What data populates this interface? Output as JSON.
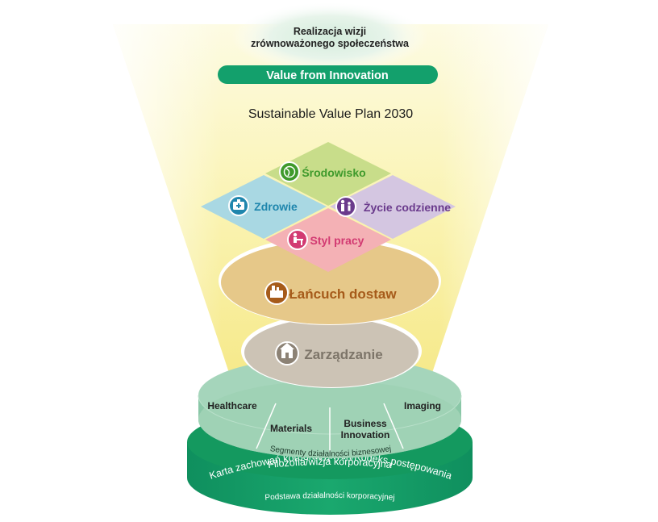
{
  "top_text": {
    "line1": "Realizacja wizji",
    "line2": "zrównoważonego społeczeństwa"
  },
  "value_pill": {
    "label": "Value from Innovation",
    "color": "#13a06c"
  },
  "plan_title": "Sustainable Value Plan 2030",
  "themes": [
    {
      "label": "Środowisko",
      "icon": "globe-icon",
      "fill": "#c8dd8a",
      "text_color": "#3f9a2c"
    },
    {
      "label": "Zdrowie",
      "icon": "medical-kit-icon",
      "fill": "#a9d8e3",
      "text_color": "#1f86ad"
    },
    {
      "label": "Życie codzienne",
      "icon": "family-icon",
      "fill": "#d4c6e1",
      "text_color": "#6a3a8c"
    },
    {
      "label": "Styl pracy",
      "icon": "desk-worker-icon",
      "fill": "#f4b1b5",
      "text_color": "#d23a72"
    }
  ],
  "supply_chain": {
    "label": "Łańcuch dostaw",
    "icon": "factory-icon",
    "text_color": "#a65b1a"
  },
  "management": {
    "label": "Zarządzanie",
    "icon": "building-icon",
    "text_color": "#7d7569"
  },
  "segments": {
    "items": [
      "Healthcare",
      "Materials",
      "Business\nInnovation",
      "Imaging"
    ],
    "caption": "Segmenty działalności biznesowej"
  },
  "foundation": {
    "line1": "Filozofia/wizja korporacyjna",
    "line2": "Karta zachowań korporacyjnych/Kodeks postępowania",
    "caption": "Podstawa działalności korporacyjnej"
  }
}
